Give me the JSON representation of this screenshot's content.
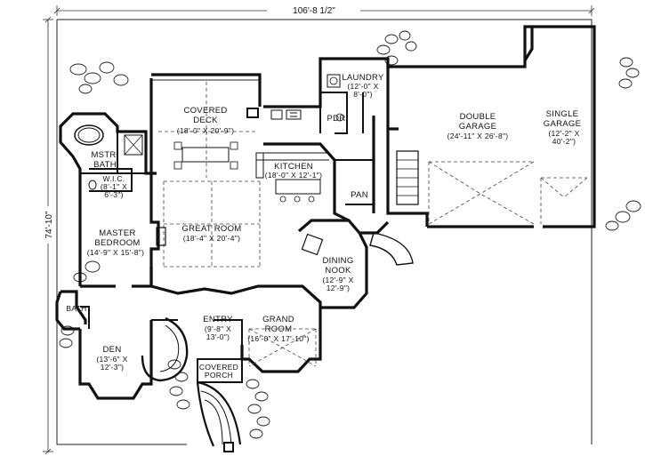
{
  "dimensions": {
    "overall_width": "106'-8 1/2\"",
    "overall_depth": "74'-10\""
  },
  "rooms": {
    "covered_deck": {
      "name_1": "COVERED",
      "name_2": "DECK",
      "size": "(18'-0\" X 20'-9\")"
    },
    "laundry": {
      "name": "LAUNDRY",
      "size_1": "(12'-0\" X",
      "size_2": "8'-0\")"
    },
    "pdr": {
      "name": "PDR"
    },
    "pan": {
      "name": "PAN"
    },
    "double_garage": {
      "name_1": "DOUBLE",
      "name_2": "GARAGE",
      "size": "(24'-11\" X 26'-8\")"
    },
    "single_garage": {
      "name_1": "SINGLE",
      "name_2": "GARAGE",
      "size_1": "(12'-2\" X",
      "size_2": "40'-2\")"
    },
    "master_bath": {
      "name_1": "MSTR.",
      "name_2": "BATH"
    },
    "wic": {
      "name": "W.I.C.",
      "size_1": "(8'-1\" X",
      "size_2": "6'-3\")"
    },
    "kitchen": {
      "name": "KITCHEN",
      "size": "(18'-0\" X 12'-1\")"
    },
    "great_room": {
      "name": "GREAT ROOM",
      "size": "(18'-4\" X 20'-4\")"
    },
    "master_bedroom": {
      "name_1": "MASTER",
      "name_2": "BEDROOM",
      "size": "(14'-9\" X 15'-8\")"
    },
    "dining_nook": {
      "name_1": "DINING",
      "name_2": "NOOK",
      "size_1": "(12'-9\" X",
      "size_2": "12'-9\")"
    },
    "bath": {
      "name": "BATH"
    },
    "entry": {
      "name": "ENTRY",
      "size_1": "(9'-8\" X",
      "size_2": "13'-0\")"
    },
    "grand_room": {
      "name_1": "GRAND",
      "name_2": "ROOM",
      "size": "(16'-0\" X 17'-10\")"
    },
    "den": {
      "name": "DEN",
      "size_1": "(13'-6\" X",
      "size_2": "12'-3\")"
    },
    "covered_porch": {
      "name_1": "COVERED",
      "name_2": "PORCH"
    }
  }
}
